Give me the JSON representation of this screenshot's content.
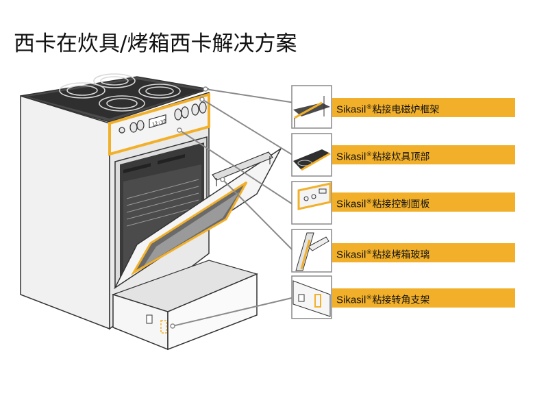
{
  "title": "西卡在炊具/烤箱西卡解决方案",
  "oven_display_text": "12:30",
  "callouts": [
    {
      "brand": "Sikasil",
      "mark": "®",
      "text": "粘接电磁炉框架"
    },
    {
      "brand": "Sikasil",
      "mark": "®",
      "text": "粘接炊具顶部"
    },
    {
      "brand": "Sikasil",
      "mark": "®",
      "text": "粘接控制面板"
    },
    {
      "brand": "Sikasil",
      "mark": "®",
      "text": "粘接烤箱玻璃"
    },
    {
      "brand": "Sikasil",
      "mark": "®",
      "text": "粘接转角支架"
    }
  ],
  "colors": {
    "accent": "#f2b02a",
    "line": "#888888",
    "outline": "#333333"
  }
}
